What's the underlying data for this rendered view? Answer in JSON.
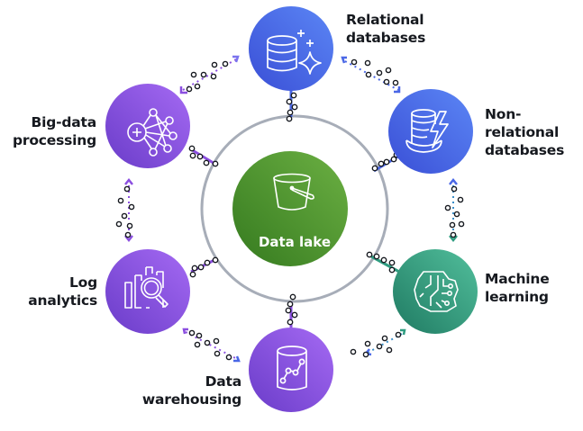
{
  "center": {
    "label": "Data lake",
    "icon": "bucket-icon",
    "color": "#4b9530"
  },
  "nodes": [
    {
      "id": "relational",
      "label_lines": [
        "Relational",
        "databases"
      ],
      "icon": "database-sparkle-icon",
      "color": "#4a67e6"
    },
    {
      "id": "nonrelational",
      "label_lines": [
        "Non-",
        "relational",
        "databases"
      ],
      "icon": "database-lightning-icon",
      "color": "#4a67e6"
    },
    {
      "id": "ml",
      "label_lines": [
        "Machine",
        "learning"
      ],
      "icon": "brain-circuit-icon",
      "color": "#2e9c80"
    },
    {
      "id": "warehousing",
      "label_lines": [
        "Data",
        "warehousing"
      ],
      "icon": "database-chart-icon",
      "color": "#8b4fe0"
    },
    {
      "id": "log",
      "label_lines": [
        "Log",
        "analytics"
      ],
      "icon": "chart-magnifier-icon",
      "color": "#8b4fe0"
    },
    {
      "id": "bigdata",
      "label_lines": [
        "Big-data",
        "processing"
      ],
      "icon": "network-plus-icon",
      "color": "#8b4fe0"
    }
  ],
  "colors": {
    "ring": "#a7adb8",
    "blue": "#4a67e6",
    "purple": "#8b4fe0",
    "teal": "#2e9c80",
    "text": "#16191f"
  }
}
